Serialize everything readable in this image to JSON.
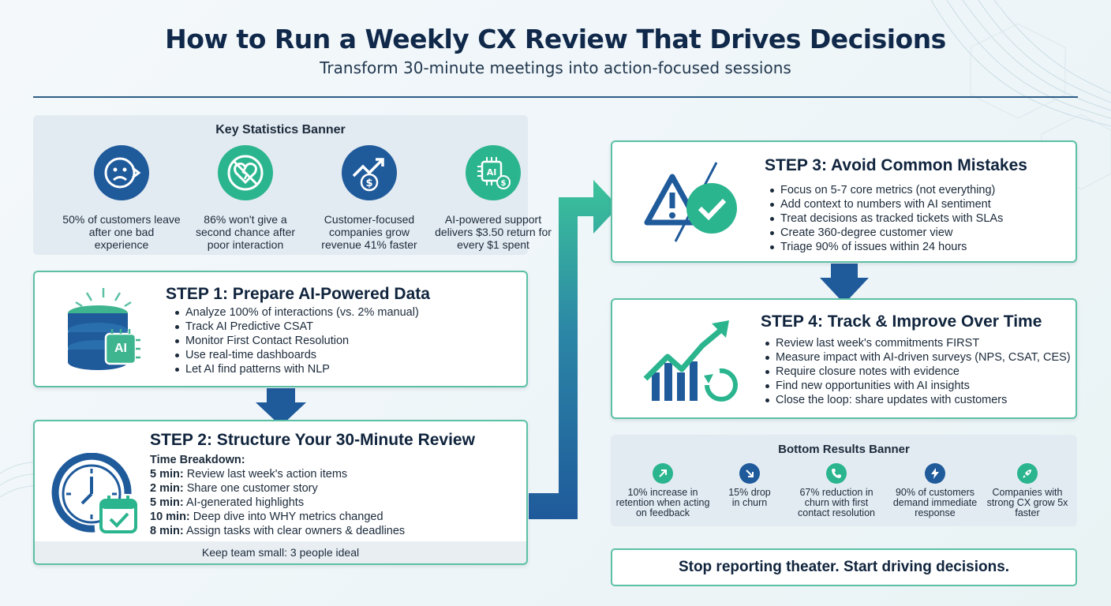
{
  "header": {
    "title": "How to Run a Weekly CX Review That Drives Decisions",
    "subtitle": "Transform 30-minute meetings into action-focused sessions"
  },
  "stats_banner": {
    "title": "Key Statistics Banner",
    "items": [
      {
        "text": "50% of customers leave after one bad experience",
        "icon": "sad-face-icon",
        "color": "#1f5a9b"
      },
      {
        "text": "86% won't give a second chance after poor interaction",
        "icon": "broken-heart-icon",
        "color": "#2bb58e"
      },
      {
        "text": "Customer-focused companies grow revenue 41% faster",
        "icon": "growth-dollar-icon",
        "color": "#1f5a9b"
      },
      {
        "text": "AI-powered support delivers $3.50 return for every $1 spent",
        "icon": "ai-chip-dollar-icon",
        "color": "#2bb58e"
      }
    ]
  },
  "step1": {
    "title": "STEP 1: Prepare AI-Powered Data",
    "icon": "ai-database-icon",
    "bullets": [
      "Analyze 100% of interactions (vs. 2% manual)",
      "Track AI Predictive CSAT",
      "Monitor First Contact Resolution",
      "Use real-time dashboards",
      "Let AI find patterns with NLP"
    ],
    "icon_text": "AI"
  },
  "step2": {
    "title": "STEP 2: Structure Your 30-Minute Review",
    "icon": "clock-calendar-icon",
    "header": "Time Breakdown:",
    "rows": [
      {
        "time": "5 min:",
        "text": "Review last week's action items"
      },
      {
        "time": "2 min:",
        "text": "Share one customer story"
      },
      {
        "time": "5 min:",
        "text": "AI-generated highlights"
      },
      {
        "time": "10 min:",
        "text": "Deep dive into WHY metrics changed"
      },
      {
        "time": "8 min:",
        "text": "Assign tasks with clear owners & deadlines"
      }
    ],
    "footer": "Keep team small: 3 people ideal"
  },
  "step3": {
    "title": "STEP 3: Avoid Common Mistakes",
    "icon": "warning-check-icon",
    "bullets": [
      "Focus on 5-7 core metrics (not everything)",
      "Add context to numbers with AI sentiment",
      "Treat decisions as tracked tickets with SLAs",
      "Create 360-degree customer view",
      "Triage 90% of issues within 24 hours"
    ]
  },
  "step4": {
    "title": "STEP 4: Track & Improve Over Time",
    "icon": "growth-chart-icon",
    "bullets": [
      "Review last week's commitments FIRST",
      "Measure impact with AI-driven surveys (NPS, CSAT, CES)",
      "Require closure notes with evidence",
      "Find new opportunities with AI insights",
      "Close the loop: share updates with customers"
    ]
  },
  "results_banner": {
    "title": "Bottom Results Banner",
    "items": [
      {
        "text": "10% increase in retention when acting on feedback",
        "icon": "arrow-up-right-icon",
        "color": "#2bb58e"
      },
      {
        "text": "15% drop in churn",
        "icon": "arrow-down-right-icon",
        "color": "#1f5a9b"
      },
      {
        "text": "67% reduction in churn with first contact resolution",
        "icon": "phone-icon",
        "color": "#2bb58e"
      },
      {
        "text": "90% of customers demand immediate response",
        "icon": "lightning-icon",
        "color": "#1f5a9b"
      },
      {
        "text": "Companies with strong CX grow 5x faster",
        "icon": "rocket-icon",
        "color": "#2bb58e"
      }
    ]
  },
  "closing": "Stop reporting theater. Start driving decisions.",
  "colors": {
    "navy": "#1f5a9b",
    "teal": "#2bb58e",
    "title": "#10294a",
    "card_border": "#5cc0a5"
  }
}
